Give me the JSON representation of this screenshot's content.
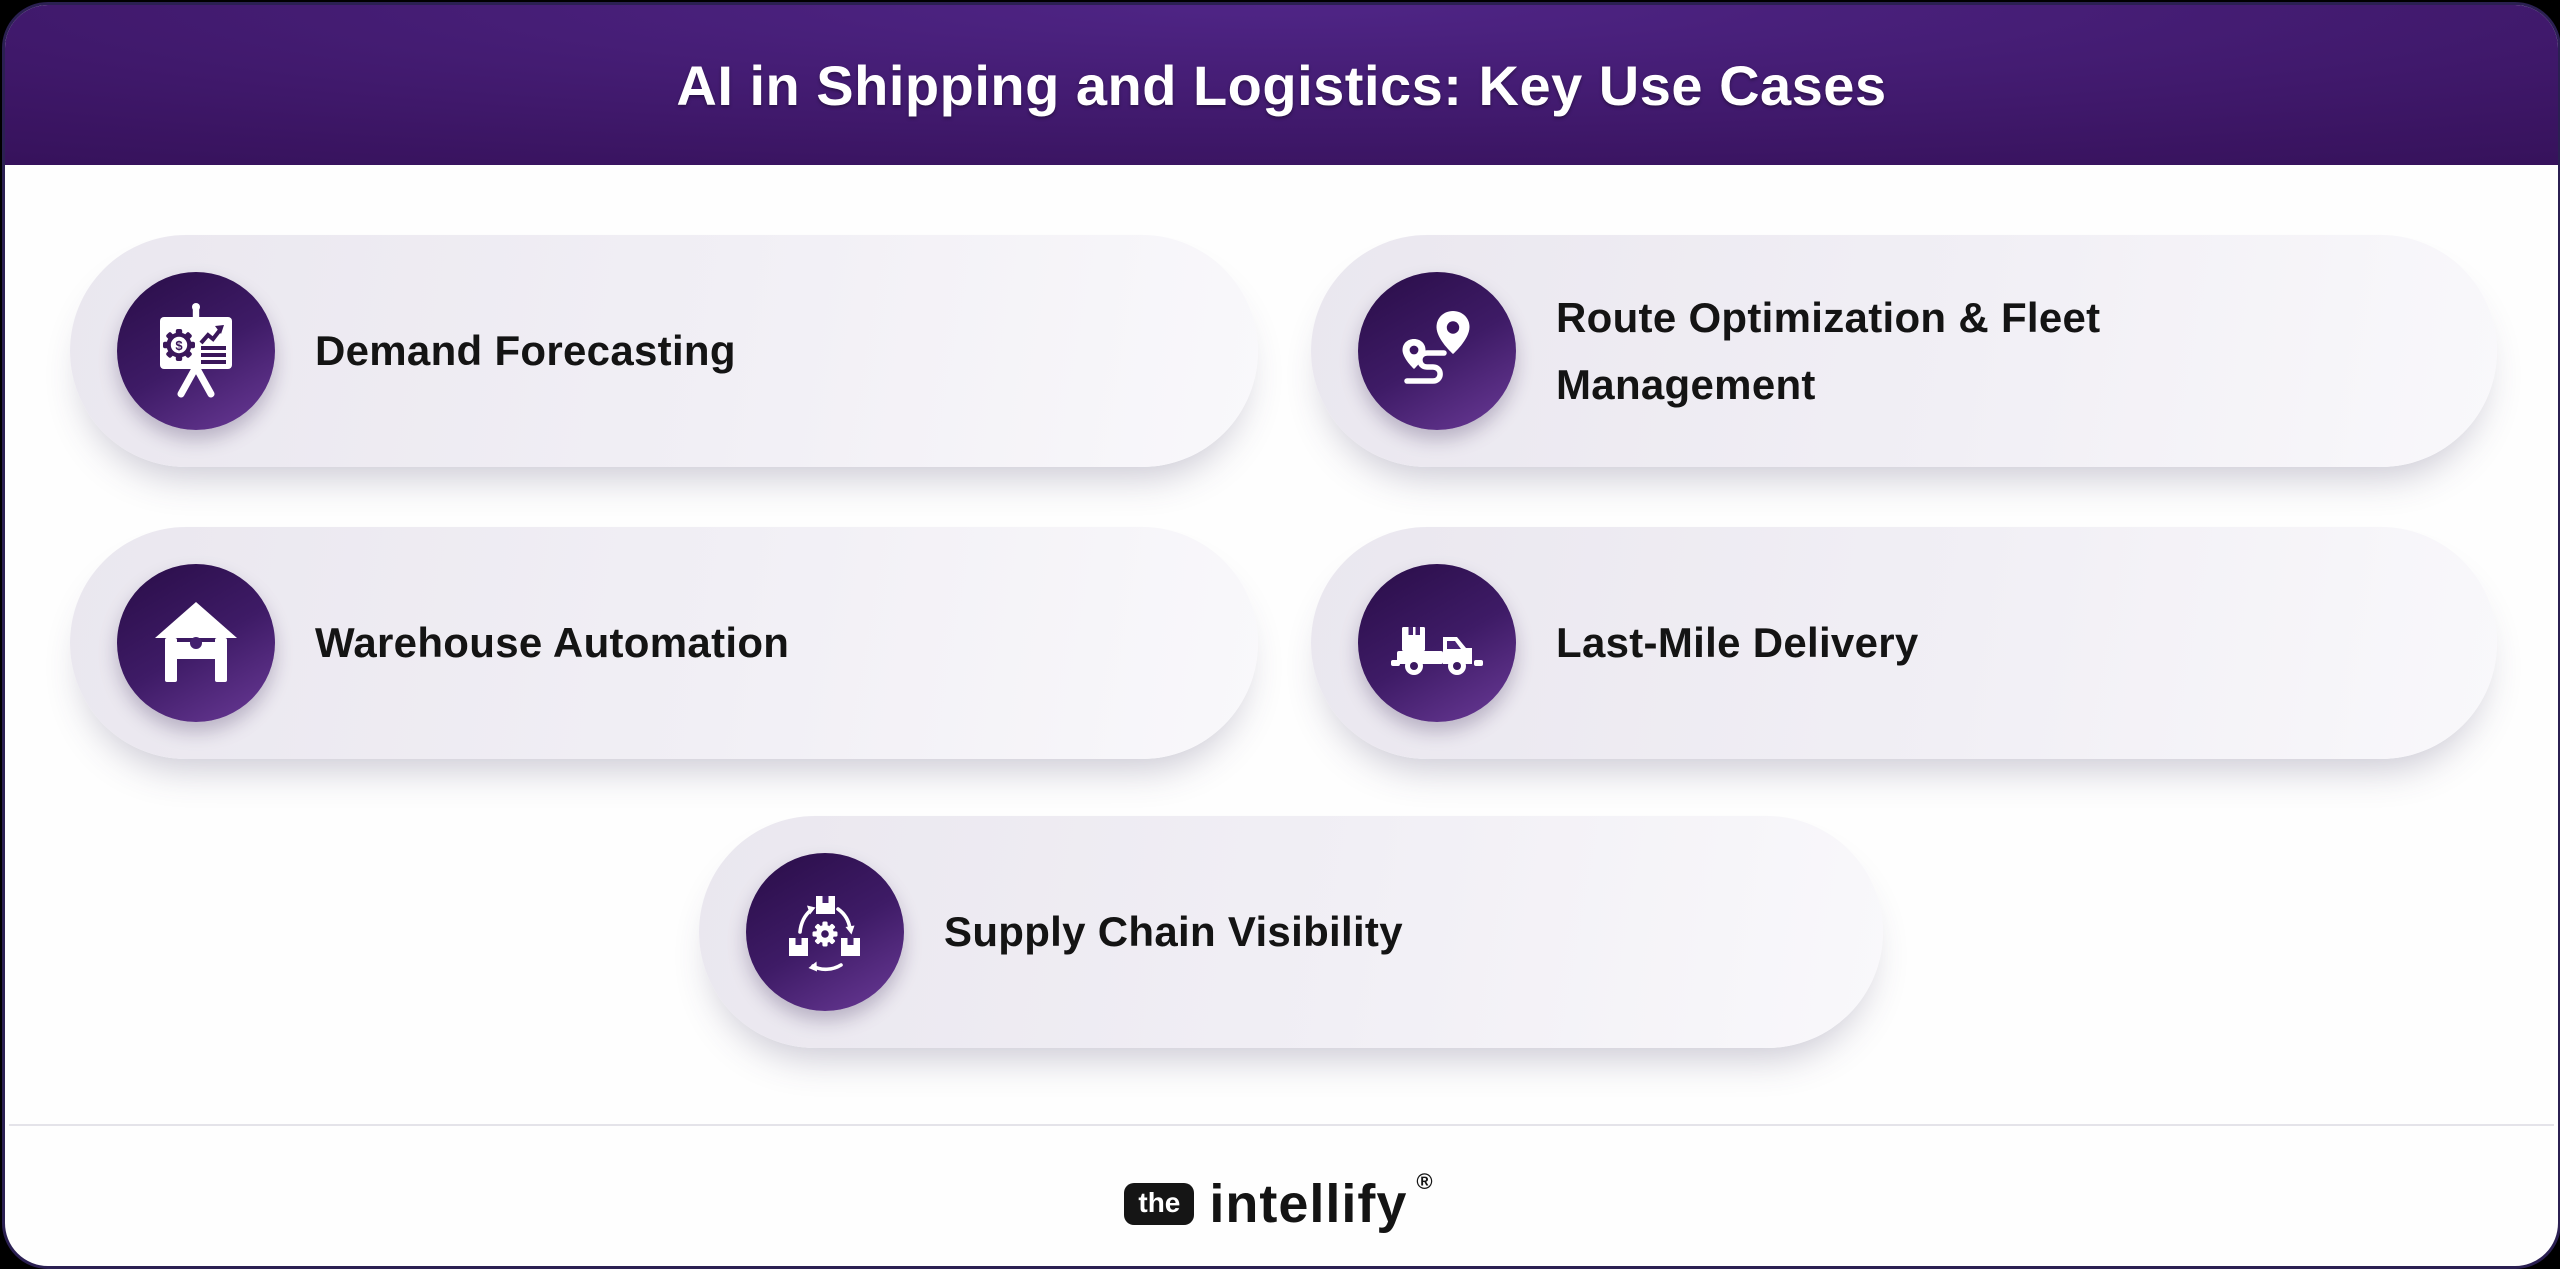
{
  "header": {
    "title": "AI in Shipping and Logistics: Key Use Cases"
  },
  "cards": [
    {
      "label": "Demand Forecasting",
      "icon": "presentation-chart-icon"
    },
    {
      "label": "Route Optimization & Fleet Management",
      "icon": "route-pins-icon"
    },
    {
      "label": "Warehouse Automation",
      "icon": "warehouse-icon"
    },
    {
      "label": "Last-Mile Delivery",
      "icon": "delivery-truck-icon"
    },
    {
      "label": "Supply Chain Visibility",
      "icon": "supply-chain-cycle-icon"
    }
  ],
  "footer": {
    "logo_prefix": "the",
    "logo_name": "intellify",
    "registered_mark": "®"
  },
  "colors": {
    "background": "#000000",
    "frame_border": "#2b2052",
    "header_purple_light": "#4f2586",
    "header_purple_dark": "#290a47",
    "card_background_left": "#eae7ef",
    "card_background_right": "#f9f8fb",
    "icon_circle_dark": "#2c0f4c",
    "icon_circle_light": "#6a3a97",
    "label_text": "#141414",
    "divider": "#e4e3e9",
    "logo_black": "#151515"
  }
}
